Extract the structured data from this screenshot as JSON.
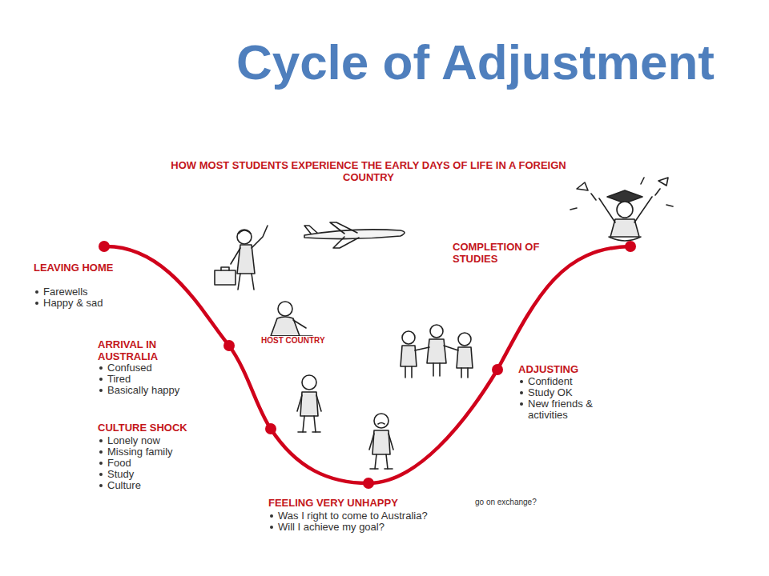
{
  "diagram": {
    "title": "Cycle of Adjustment",
    "labels": [
      "HOW MOST STUDENTS EXPERIENCE THE EARLY DAYS OF LIFE IN A FOREIGN COUNTRY",
      "LEAVING HOME",
      "Farewells",
      "Happy & sad",
      "ARRIVAL IN AUSTRALIA",
      "Confused",
      "Tired",
      "Basically happy",
      "HOST COUNTRY",
      "CULTURE SHOCK",
      "Lonely now",
      "Missing family",
      "Food",
      "Study",
      "Culture",
      "FEELING VERY UNHAPPY",
      "go on exchange?",
      "Was I right to come to Australia?",
      "Will I achieve my goal?",
      "COMPLETION OF STUDIES",
      "ADJUSTING",
      "Confident",
      "Study OK",
      "New friends & activities"
    ]
  }
}
